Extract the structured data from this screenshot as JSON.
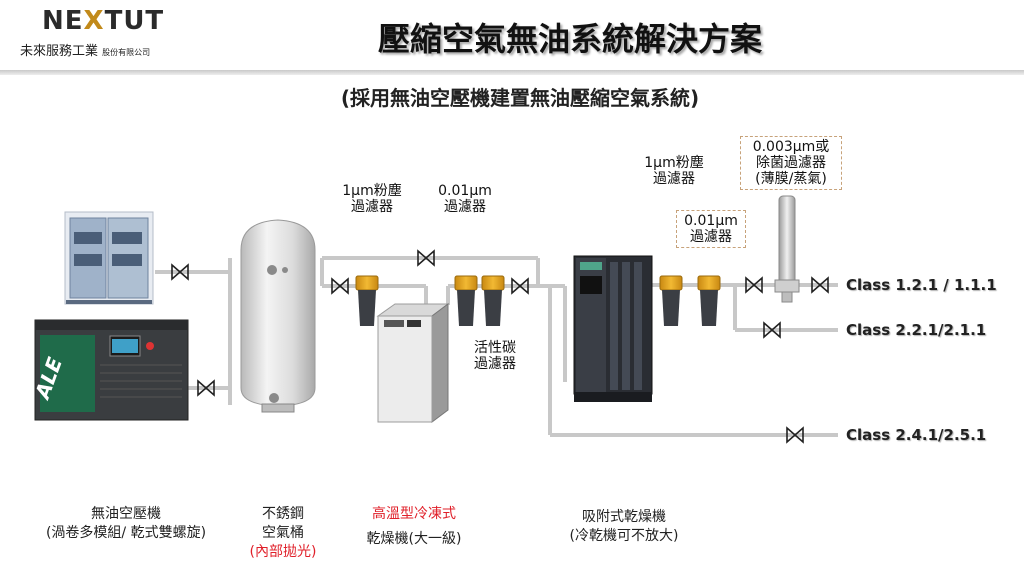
{
  "header": {
    "logo_word_a": "NE",
    "logo_word_x": "X",
    "logo_word_b": "TUT",
    "company": "未來服務工業",
    "company_suffix": "股份有限公司",
    "title": "壓縮空氣無油系統解決方案",
    "subtitle": "(採用無油空壓機建置無油壓縮空氣系統)"
  },
  "filters": {
    "f1_line1": "1μm粉塵",
    "f1_line2": "過濾器",
    "f2_line1": "0.01μm",
    "f2_line2": "過濾器",
    "carbon_line1": "活性碳",
    "carbon_line2": "過濾器",
    "f3_line1": "1μm粉塵",
    "f3_line2": "過濾器",
    "f4_line1": "0.01μm",
    "f4_line2": "過濾器",
    "sterile_line1": "0.003μm或",
    "sterile_line2": "除菌過濾器",
    "sterile_line3": "(薄膜/蒸氣)"
  },
  "outputs": {
    "class_a": "Class 1.2.1 / 1.1.1",
    "class_b": "Class 2.2.1/2.1.1",
    "class_c": "Class 2.4.1/2.5.1"
  },
  "machines": {
    "compressor_label": "ALE"
  },
  "captions": {
    "compressor_line1": "無油空壓機",
    "compressor_line2": "(渦卷多模組/ 乾式雙螺旋)",
    "tank_line1": "不銹鋼",
    "tank_line2": "空氣桶",
    "tank_line3": "(內部拋光)",
    "refrig_line1": "高溫型冷凍式",
    "refrig_line2": "乾燥機(大一級)",
    "adsorb_line1": "吸附式乾燥機",
    "adsorb_line2": "(冷乾機可不放大)"
  },
  "colors": {
    "pipe": "#c8c8c8",
    "filter_gold": "#e3a21a",
    "filter_bowl": "#3b3e44",
    "highlight_red": "#e0202a",
    "dashed_box": "#c7a27a"
  }
}
